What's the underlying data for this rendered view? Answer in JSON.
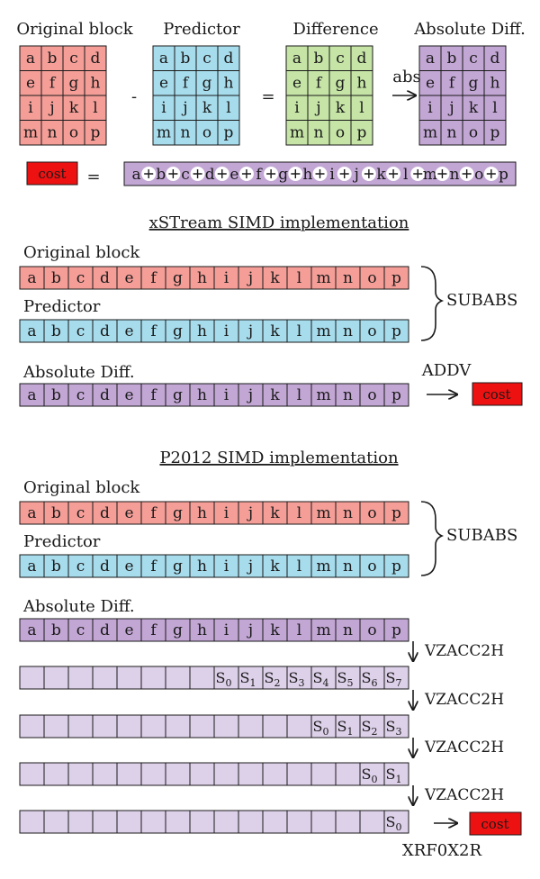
{
  "colors": {
    "red": "#f59e98",
    "blue": "#a7dcec",
    "green": "#c5e4a6",
    "purple": "#c2a6d4",
    "lavender": "#ddd0e9",
    "cost": "#ee1111"
  },
  "letters": [
    "a",
    "b",
    "c",
    "d",
    "e",
    "f",
    "g",
    "h",
    "i",
    "j",
    "k",
    "l",
    "m",
    "n",
    "o",
    "p"
  ],
  "top": {
    "headers": [
      "Original block",
      "Predictor",
      "Difference",
      "Absolute Diff."
    ],
    "minus": "-",
    "equals": "=",
    "abs": "abs",
    "cost": "cost",
    "cost_equals": "="
  },
  "xstream": {
    "title": "xSTream SIMD implementation",
    "original_label": "Original block",
    "predictor_label": "Predictor",
    "subabs": "SUBABS",
    "absdiff_label": "Absolute Diff.",
    "addv": "ADDV",
    "cost": "cost"
  },
  "p2012": {
    "title": "P2012 SIMD implementation",
    "original_label": "Original block",
    "predictor_label": "Predictor",
    "subabs": "SUBABS",
    "absdiff_label": "Absolute Diff.",
    "step_op": "VZACC2H",
    "final_op": "XRF0X2R",
    "cost": "cost",
    "s": "S",
    "stages": [
      8,
      4,
      2,
      1
    ]
  }
}
